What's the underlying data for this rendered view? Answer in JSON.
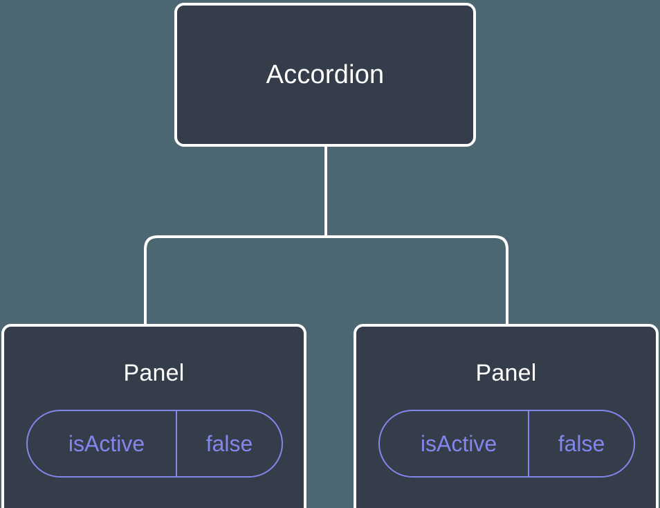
{
  "theme": {
    "background": "#4c6771",
    "node_fill": "#353c4a",
    "node_border": "#ffffff",
    "edge_color": "#ffffff",
    "accent": "#8287ee",
    "title_color": "#ffffff"
  },
  "diagram": {
    "root": {
      "title": "Accordion"
    },
    "children": [
      {
        "title": "Panel",
        "prop": {
          "key": "isActive",
          "value": "false"
        }
      },
      {
        "title": "Panel",
        "prop": {
          "key": "isActive",
          "value": "false"
        }
      }
    ]
  }
}
